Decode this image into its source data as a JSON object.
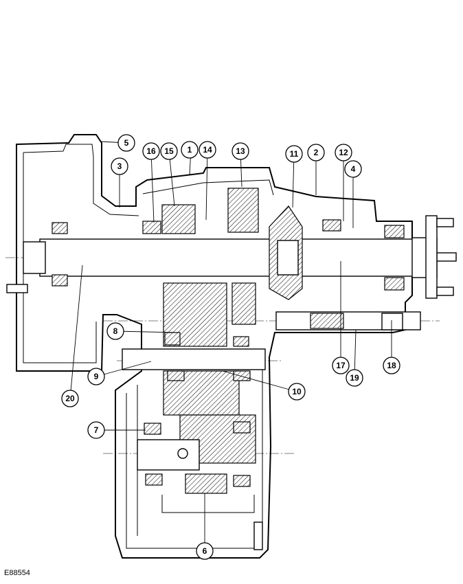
{
  "figure_code": "E88554",
  "callouts": [
    "1",
    "2",
    "3",
    "4",
    "5",
    "6",
    "7",
    "8",
    "9",
    "10",
    "11",
    "12",
    "13",
    "14",
    "15",
    "16",
    "17",
    "18",
    "19",
    "20"
  ]
}
